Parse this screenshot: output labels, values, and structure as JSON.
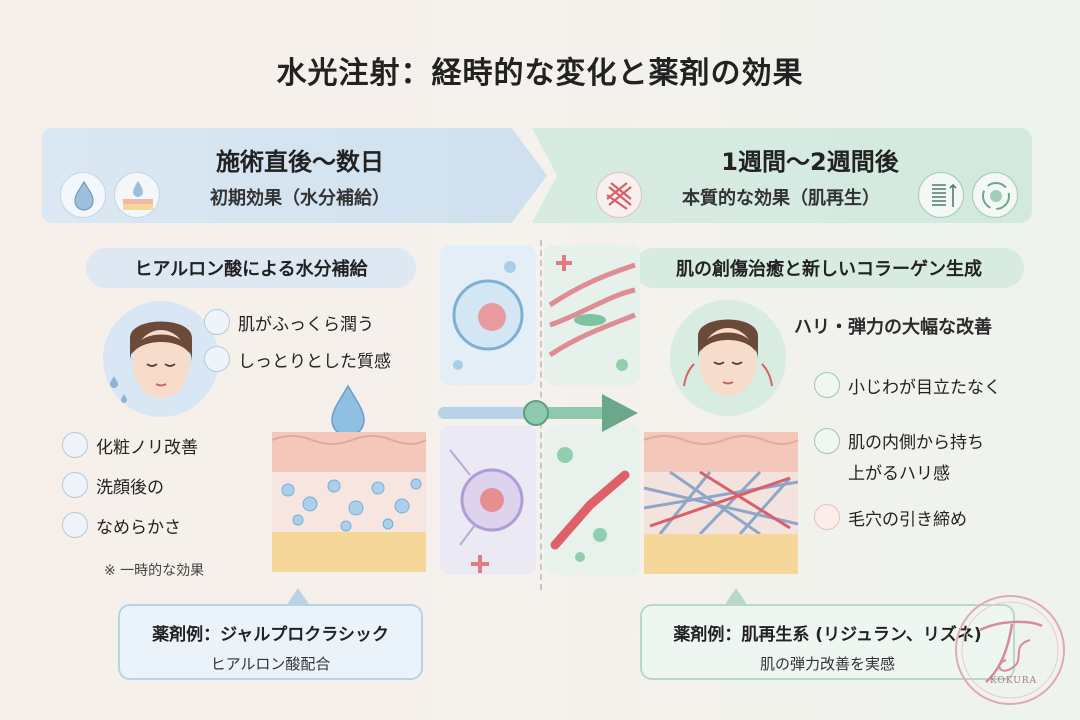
{
  "title": "水光注射：経時的な変化と薬剤の効果",
  "left": {
    "banner_title": "施術直後～数日",
    "banner_sub": "初期効果（水分補給）",
    "section_title": "ヒアルロン酸による水分補給",
    "face_bullets": [
      "肌がふっくら潤う",
      "しっとりとした質感"
    ],
    "bullets": [
      "化粧ノリ改善",
      "洗顔後の",
      "なめらかさ"
    ],
    "note": "※ 一時的な効果",
    "callout_title": "薬剤例：ジャルプロクラシック",
    "callout_sub": "ヒアルロン酸配合",
    "icons": [
      "water-drop-icon",
      "skin-drop-icon"
    ]
  },
  "right": {
    "banner_title": "1週間～2週間後",
    "banner_sub": "本質的な効果（肌再生）",
    "section_title": "肌の創傷治癒と新しいコラーゲン生成",
    "headline": "ハリ・弾力の大幅な改善",
    "bullets": [
      "小じわが目立たなく",
      "肌の内側から持ち",
      "上がるハリ感",
      "毛穴の引き締め"
    ],
    "callout_title": "薬剤例：肌再生系 (リジュラン、リズネ)",
    "callout_sub": "肌の弾力改善を実感",
    "icons": [
      "collagen-fiber-icon",
      "spring-elasticity-icon",
      "regeneration-icon"
    ]
  },
  "logo": {
    "text": "KOKURA"
  },
  "colors": {
    "blue_accent": "#8fb4d4",
    "green_accent": "#6aa889",
    "red_accent": "#d9606a"
  }
}
